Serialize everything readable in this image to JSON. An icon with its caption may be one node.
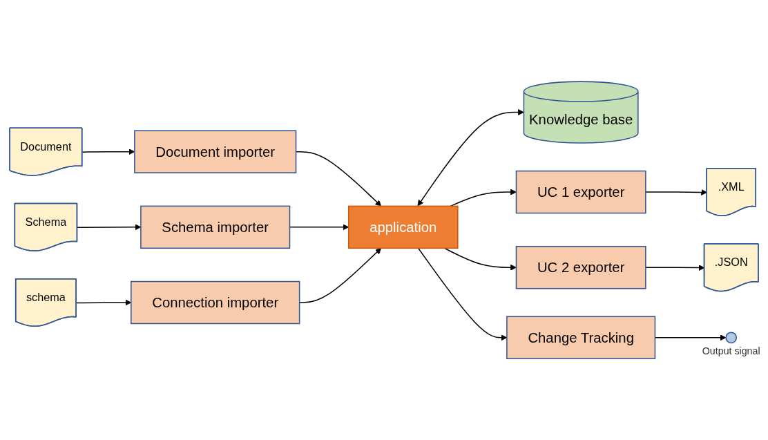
{
  "diagram": {
    "nodes": [
      {
        "text": [
          "Document"
        ]
      },
      {
        "text": [
          "Schema"
        ]
      },
      {
        "text": [
          "schema"
        ]
      },
      {
        "text": [
          "Document importer"
        ]
      },
      {
        "text": [
          "Schema importer"
        ]
      },
      {
        "text": [
          "Connection importer"
        ]
      },
      {
        "text": [
          "application"
        ]
      },
      {
        "text": [
          "Knowledge base"
        ]
      },
      {
        "text": [
          "UC 1 exporter"
        ]
      },
      {
        "text": [
          "UC 2 exporter"
        ]
      },
      {
        "text": [
          "Change Tracking"
        ]
      },
      {
        "text": [
          ".XML"
        ]
      },
      {
        "text": [
          ".JSON"
        ]
      },
      {
        "text": [],
        "shape": "circle",
        "beside": [
          "Output signal"
        ]
      }
    ],
    "edges": [
      {
        "from": 0,
        "to": 3,
        "arrow": "to"
      },
      {
        "from": 1,
        "to": 4,
        "arrow": "to"
      },
      {
        "from": 2,
        "to": 5,
        "arrow": "to"
      },
      {
        "from": 3,
        "to": 6,
        "arrow": "to"
      },
      {
        "from": 4,
        "to": 6,
        "arrow": "to"
      },
      {
        "from": 5,
        "to": 6,
        "arrow": "to"
      },
      {
        "from": 6,
        "to": 7,
        "arrow": "both"
      },
      {
        "from": 6,
        "to": 8,
        "arrow": "to"
      },
      {
        "from": 6,
        "to": 9,
        "arrow": "to"
      },
      {
        "from": 6,
        "to": 10,
        "arrow": "to"
      },
      {
        "from": 8,
        "to": 11,
        "arrow": "to"
      },
      {
        "from": 9,
        "to": 12,
        "arrow": "to"
      },
      {
        "from": 10,
        "to": 13,
        "arrow": "to"
      }
    ]
  }
}
